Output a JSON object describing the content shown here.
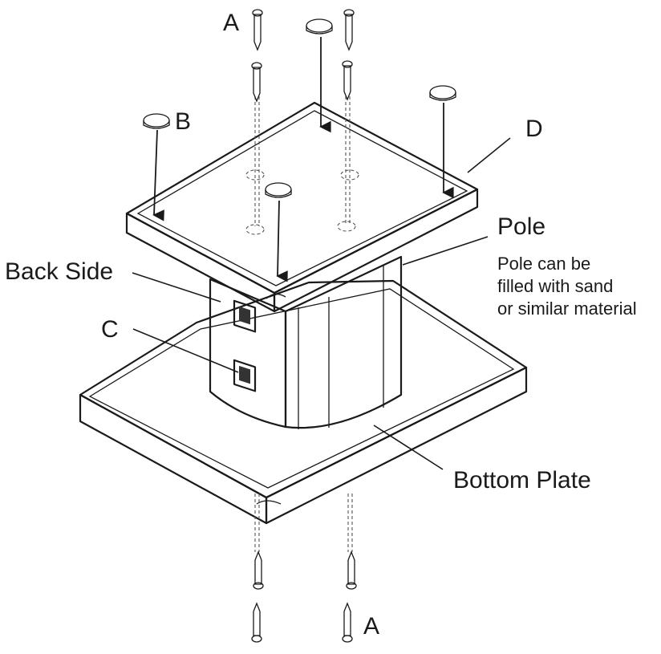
{
  "labels": {
    "screw_top": "A",
    "screw_bottom": "A",
    "foot_pad": "B",
    "bracket": "C",
    "top_plate": "D",
    "pole": "Pole",
    "pole_note_line1": "Pole can be",
    "pole_note_line2": "filled with sand",
    "pole_note_line3": "or similar material",
    "back_side": "Back Side",
    "bottom_plate": "Bottom Plate"
  },
  "colors": {
    "line": "#1a1a1a",
    "face_top": "#ffffff",
    "face_side": "#e4e4e4",
    "face_dark": "#c9c9c9"
  }
}
